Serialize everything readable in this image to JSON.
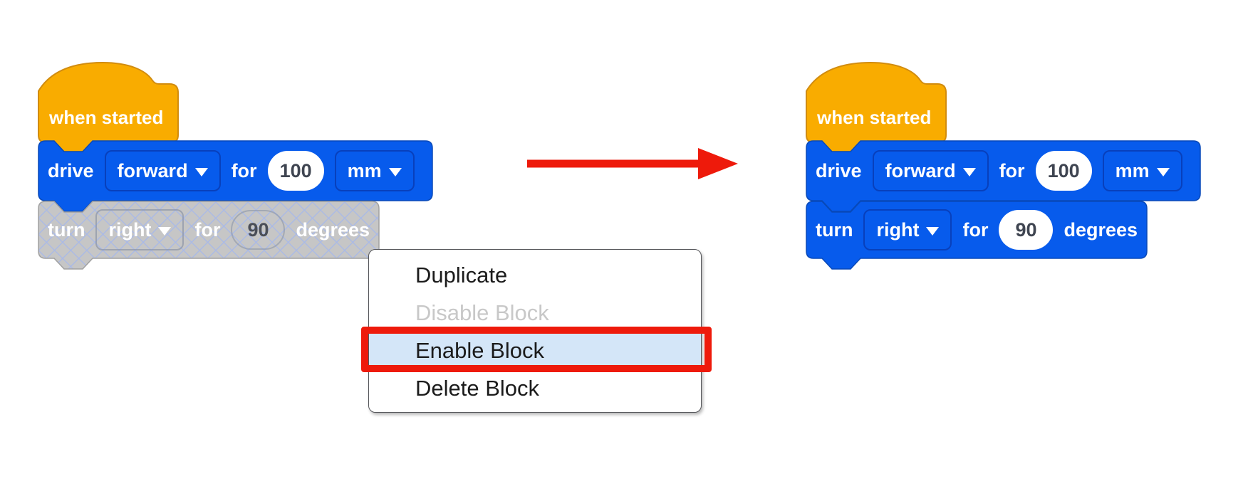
{
  "colors": {
    "block_blue": "#075BEC",
    "block_blue_border": "#0849B8",
    "hat_orange": "#F9AC00",
    "hat_orange_border": "#D18C0F",
    "disabled_gray": "#C6C6C6",
    "disabled_gray_border": "#A1A1A1",
    "menu_highlight": "#D4E6F8",
    "annotation_red": "#EE1A0B",
    "arrow_red": "#EE1A0B"
  },
  "icons": {
    "dropdown_caret": "triangle-down",
    "arrow": "red-arrow-right"
  },
  "left_stack": {
    "hat_label": "when started",
    "drive_block": {
      "verb": "drive",
      "direction": "forward",
      "for_label": "for",
      "distance": "100",
      "unit": "mm"
    },
    "turn_block": {
      "verb": "turn",
      "direction": "right",
      "for_label": "for",
      "angle": "90",
      "unit_label": "degrees",
      "state": "disabled"
    }
  },
  "right_stack": {
    "hat_label": "when started",
    "drive_block": {
      "verb": "drive",
      "direction": "forward",
      "for_label": "for",
      "distance": "100",
      "unit": "mm"
    },
    "turn_block": {
      "verb": "turn",
      "direction": "right",
      "for_label": "for",
      "angle": "90",
      "unit_label": "degrees",
      "state": "enabled"
    }
  },
  "context_menu": {
    "items": [
      {
        "label": "Duplicate",
        "state": "enabled"
      },
      {
        "label": "Disable Block",
        "state": "disabled"
      },
      {
        "label": "Enable Block",
        "state": "highlighted"
      },
      {
        "label": "Delete Block",
        "state": "enabled"
      }
    ]
  }
}
